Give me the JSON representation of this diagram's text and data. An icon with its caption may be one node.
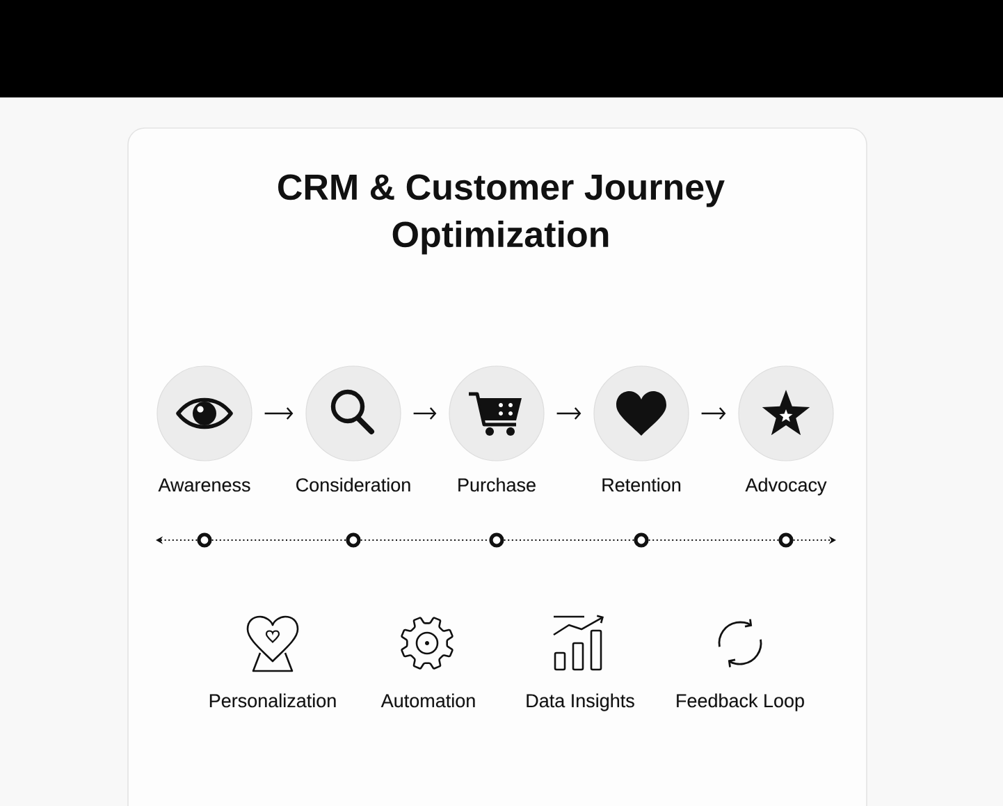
{
  "diagram": {
    "title": "CRM & Customer Journey Optimization",
    "nodes": [
      {
        "text": [
          "Awareness"
        ]
      },
      {
        "text": [
          "Consideration"
        ]
      },
      {
        "text": [
          "Purchase"
        ]
      },
      {
        "text": [
          "Retention"
        ]
      },
      {
        "text": [
          "Advocacy"
        ]
      },
      {
        "text": [],
        "shape": "circle"
      },
      {
        "text": [],
        "shape": "circle"
      },
      {
        "text": [],
        "shape": "circle"
      },
      {
        "text": [],
        "shape": "circle"
      },
      {
        "text": [],
        "shape": "circle"
      }
    ],
    "edges": [
      {
        "from": 0,
        "to": 1,
        "arrow": "to"
      },
      {
        "from": 1,
        "to": 2,
        "arrow": "to"
      },
      {
        "from": 2,
        "to": 3,
        "arrow": "to"
      },
      {
        "from": 3,
        "to": 4,
        "arrow": "to"
      },
      {
        "from": 5,
        "to": null,
        "arrow": "to",
        "style": "dashed"
      },
      {
        "from": 5,
        "to": 6,
        "arrow": "none",
        "style": "dashed"
      },
      {
        "from": 6,
        "to": 7,
        "arrow": "none",
        "style": "dashed"
      },
      {
        "from": 7,
        "to": 8,
        "arrow": "none",
        "style": "dashed"
      },
      {
        "from": 8,
        "to": 9,
        "arrow": "none",
        "style": "dashed"
      },
      {
        "from": 9,
        "to": null,
        "arrow": "to",
        "style": "dashed"
      }
    ],
    "labels": [
      "Personalization",
      "Automation",
      "Data Insights",
      "Feedback Loop"
    ]
  }
}
